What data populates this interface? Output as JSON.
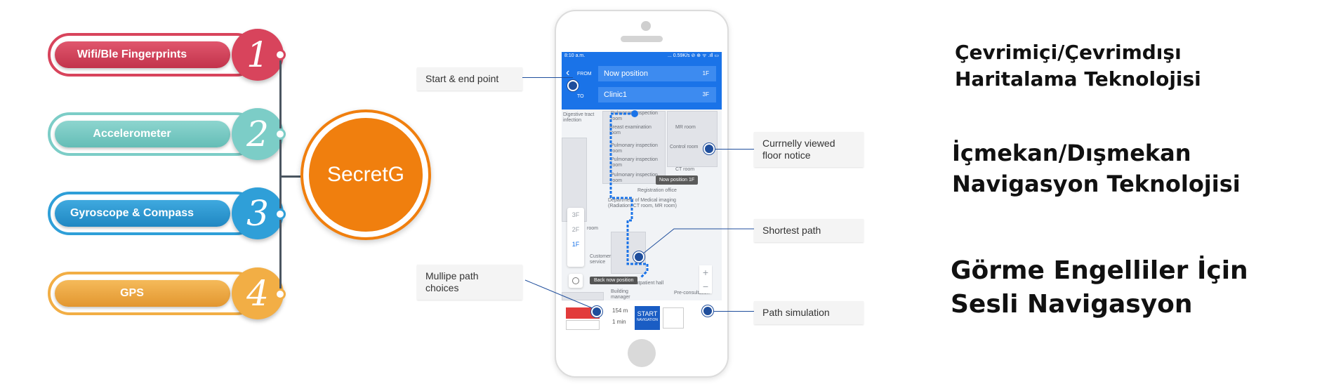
{
  "items": [
    {
      "label": "Wifi/Ble Fingerprints",
      "number": "1",
      "color": "#d8445c",
      "dark": "#b3293f"
    },
    {
      "label": "Accelerometer",
      "number": "2",
      "color": "#7ccdc7",
      "dark": "#5ab6b0"
    },
    {
      "label": "Gyroscope & Compass",
      "number": "3",
      "color": "#2f9fd8",
      "dark": "#1e86bf"
    },
    {
      "label": "GPS",
      "number": "4",
      "color": "#f2ae45",
      "dark": "#df922a"
    }
  ],
  "hub": {
    "label": "SecretG",
    "color": "#f07f0e"
  },
  "phone": {
    "status_time": "8:10 a.m.",
    "status_icons": "... 0.59K/s ⊘ ⊕ ᯤ .ıll ▭",
    "from_label": "FROM",
    "to_label": "TO",
    "from_value": "Now position",
    "from_floor": "1F",
    "to_value": "Clinic1",
    "to_floor": "3F",
    "floors": [
      "3F",
      "2F",
      "1F"
    ],
    "now_position_label": "Now position 1F",
    "back_now_label": "Back now position",
    "distance": "154 m",
    "time": "1 min",
    "start_label": "START",
    "start_sub": "NAVIGATION",
    "map_labels": {
      "infection": "Digestive tract\ninfection",
      "inspection1": "Pulmonary inspection\nroom",
      "breast": "Breast examination\nroom",
      "inspection2": "Pulmonary inspection\nroom",
      "inspection3": "Pulmonary inspection\nroom",
      "inspection4": "Pulmonary inspection\nroom",
      "mr": "MR room",
      "control": "Control room",
      "ct": "CT room",
      "registration": "Registration office",
      "medical": "Department of Medical imaging\n(Radiation, CT room, MR room)",
      "room": "room",
      "customer": "Customer\nservice",
      "outpatient": "Outpatient hall",
      "building": "Building\nmanager",
      "preconsult": "Pre-consultation"
    }
  },
  "callouts": {
    "start_end": "Start & end point",
    "floor_notice": "Currnelly viewed\nfloor notice",
    "shortest": "Shortest path",
    "multiple": "Mullipe path\nchoices",
    "simulation": "Path simulation"
  },
  "features": [
    {
      "line1": "Çevrimiçi/Çevrimdışı",
      "line2": "Haritalama Teknolojisi"
    },
    {
      "line1": "İçmekan/Dışmekan",
      "line2": "Navigasyon Teknolojisi"
    },
    {
      "line1": "Görme Engelliler İçin",
      "line2": "Sesli Navigasyon"
    }
  ]
}
